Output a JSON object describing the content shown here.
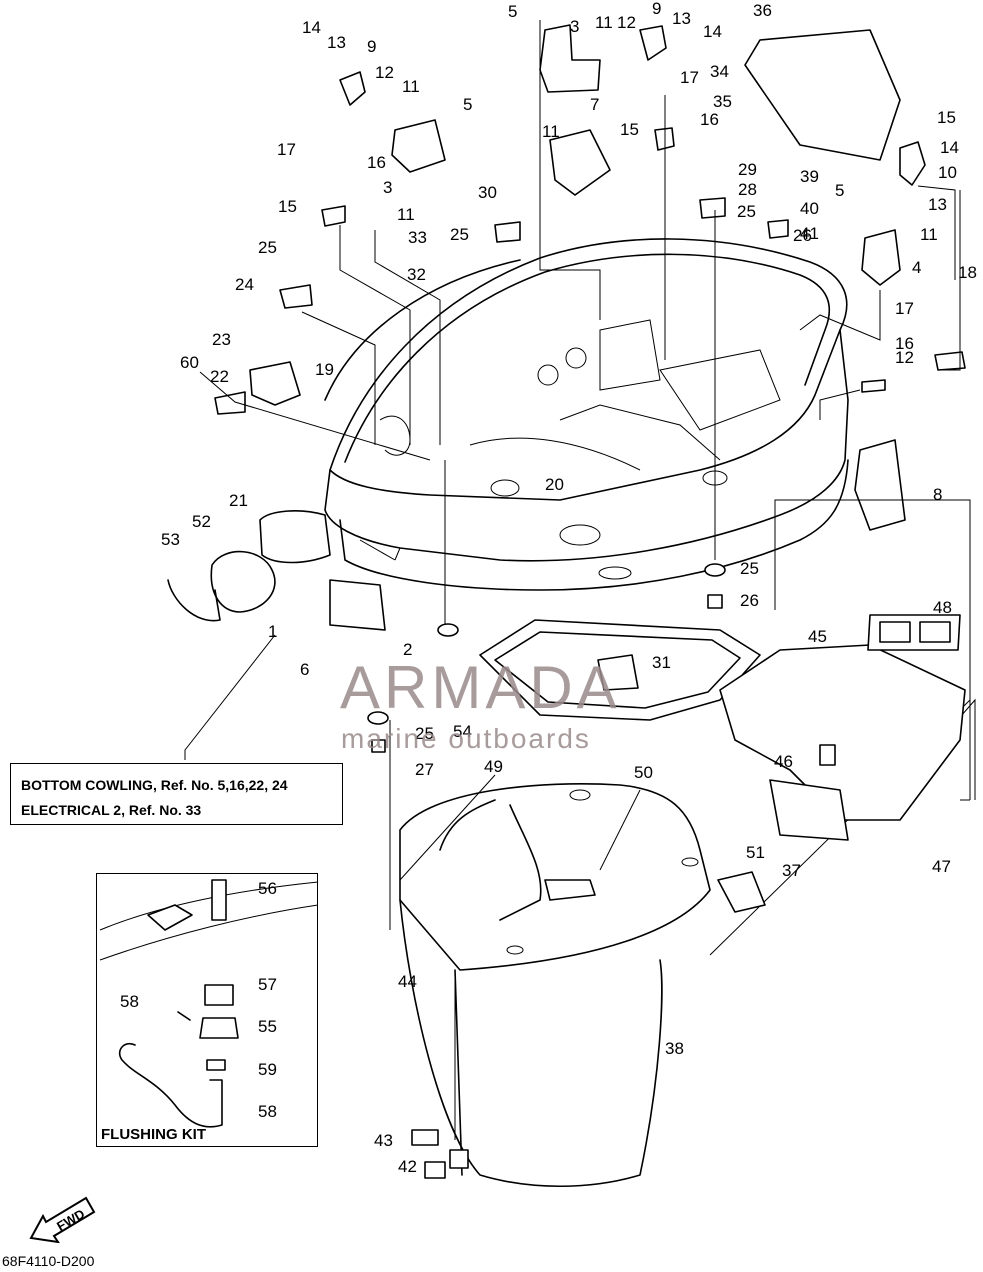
{
  "reference_box": {
    "line1": "BOTTOM COWLING, Ref. No. 5,16,22, 24",
    "line2": "ELECTRICAL 2, Ref. No. 33"
  },
  "flushing_kit": {
    "title": "FLUSHING KIT"
  },
  "footer_code": "68F4110-D200",
  "watermark": {
    "brand": "ARMADA",
    "tagline": "marine outboards"
  },
  "fwd_label": "FWD",
  "callouts": [
    "1",
    "2",
    "3",
    "3",
    "4",
    "5",
    "5",
    "5",
    "6",
    "7",
    "8",
    "9",
    "9",
    "10",
    "11",
    "11",
    "11",
    "11",
    "11",
    "12",
    "12",
    "12",
    "13",
    "13",
    "13",
    "14",
    "14",
    "14",
    "15",
    "15",
    "15",
    "16",
    "16",
    "16",
    "17",
    "17",
    "17",
    "18",
    "19",
    "20",
    "21",
    "22",
    "23",
    "24",
    "25",
    "25",
    "25",
    "25",
    "25",
    "26",
    "26",
    "27",
    "28",
    "29",
    "30",
    "31",
    "32",
    "33",
    "34",
    "35",
    "36",
    "37",
    "38",
    "39",
    "40",
    "41",
    "42",
    "43",
    "44",
    "45",
    "46",
    "47",
    "48",
    "49",
    "50",
    "51",
    "52",
    "53",
    "54",
    "55",
    "56",
    "57",
    "58",
    "58",
    "59",
    "60"
  ]
}
